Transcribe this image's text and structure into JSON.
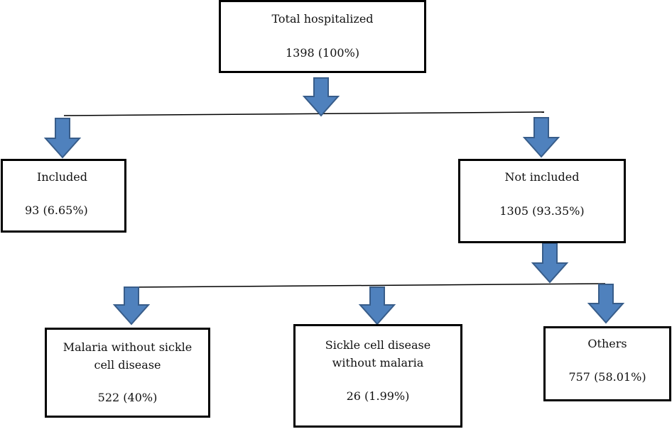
{
  "root": {
    "title": "Total hospitalized",
    "value": "1398 (100%)"
  },
  "included": {
    "title": "Included",
    "value": "93 (6.65%)"
  },
  "not_included": {
    "title": "Not included",
    "value": "1305 (93.35%)"
  },
  "malaria": {
    "title_line1": "Malaria without sickle",
    "title_line2": "cell disease",
    "value": "522 (40%)"
  },
  "sickle": {
    "title_line1": "Sickle cell disease",
    "title_line2": "without malaria",
    "value": "26 (1.99%)"
  },
  "others": {
    "title": "Others",
    "value": "757 (58.01%)"
  },
  "colors": {
    "arrow_fill": "#4f81bd",
    "arrow_stroke": "#385d8a",
    "line": "#000000"
  }
}
